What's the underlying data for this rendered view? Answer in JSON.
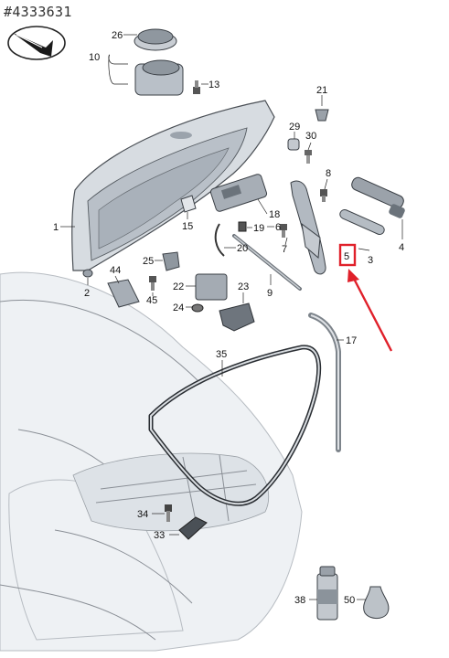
{
  "doc_id": "#4333631",
  "highlight_color": "#e0202a",
  "highlighted_part": "5",
  "part_numbers": {
    "p1": "1",
    "p2": "2",
    "p3": "3",
    "p4": "4",
    "p5": "5",
    "p6": "6",
    "p7": "7",
    "p8": "8",
    "p9": "9",
    "p10": "10",
    "p13": "13",
    "p15": "15",
    "p17": "17",
    "p18": "18",
    "p19": "19",
    "p20": "20",
    "p21": "21",
    "p22": "22",
    "p23": "23",
    "p24": "24",
    "p25": "25",
    "p26": "26",
    "p29": "29",
    "p30": "30",
    "p33": "33",
    "p34": "34",
    "p35": "35",
    "p38": "38",
    "p44": "44",
    "p45": "45",
    "p50": "50"
  }
}
